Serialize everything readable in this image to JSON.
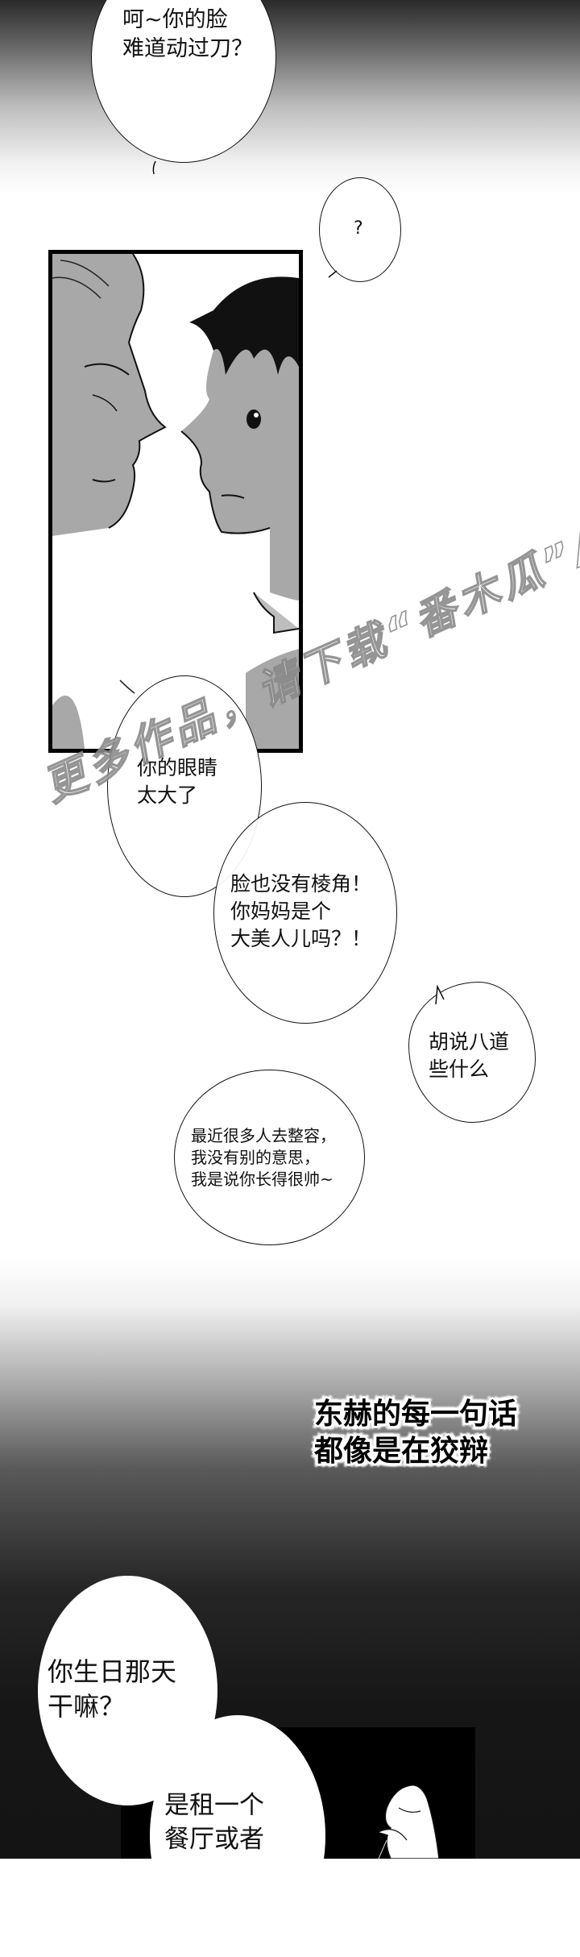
{
  "page": {
    "type": "manga-strip",
    "background_top_color": "#2a2a2a",
    "background_bottom_color": "#141414"
  },
  "bubbles": [
    {
      "id": "b1",
      "text": "呵~你的脸\n难道动过刀？"
    },
    {
      "id": "b2",
      "text": "?"
    },
    {
      "id": "b3",
      "text": "你的眼睛\n太大了"
    },
    {
      "id": "b4",
      "text": "脸也没有棱角！\n你妈妈是个\n大美人儿吗？！"
    },
    {
      "id": "b5",
      "text": "胡说八道\n些什么"
    },
    {
      "id": "b6",
      "text": "最近很多人去整容，\n我没有别的意思，\n我是说你长得很帅~"
    },
    {
      "id": "b7",
      "text": "你生日那天\n干嘛？"
    },
    {
      "id": "b8",
      "text": "是租一个\n餐厅或者"
    }
  ],
  "caption": {
    "text": "东赫的每一句话\n都像是在狡辩"
  },
  "watermark": {
    "text": "更多作品，请下载“番木瓜”APP。"
  },
  "panels": [
    {
      "id": "p1",
      "description": "two men face to face in profile"
    },
    {
      "id": "p2",
      "description": "dark panel with hand"
    }
  ]
}
